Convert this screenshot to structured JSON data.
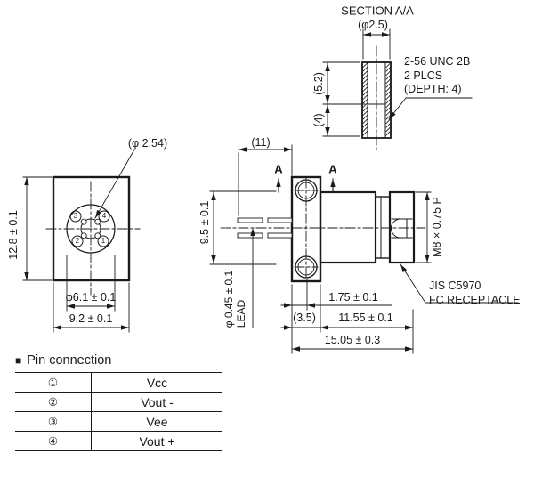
{
  "section_view": {
    "title": "SECTION A/A",
    "bore_dia": "(φ2.5)",
    "thread_callout_line1": "2-56 UNC 2B",
    "thread_callout_line2": "2 PLCS",
    "thread_callout_line3": "(DEPTH: 4)",
    "depth_upper": "(5.2)",
    "depth_lower": "(4)"
  },
  "front_view": {
    "pin_circle_dia": "(φ 2.54)",
    "flange_height": "12.8 ± 0.1",
    "boss_dia": "φ6.1 ± 0.1",
    "flange_width": "9.2 ± 0.1",
    "pins": {
      "upper_left": "3",
      "upper_right": "4",
      "lower_left": "2",
      "lower_right": "1"
    }
  },
  "side_view": {
    "lead_length": "(11)",
    "section_marker": "A",
    "body_dia": "9.5 ± 0.1",
    "lead_dia": "φ 0.45 ± 0.1",
    "lead_label": "LEAD",
    "hole_offset": "1.75 ± 0.1",
    "flange_thickness": "(3.5)",
    "body_length": "11.55 ± 0.1",
    "total_length": "15.05 ± 0.3",
    "thread_spec": "M8 × 0.75 P",
    "receptacle_line1": "JIS C5970",
    "receptacle_line2": "FC RECEPTACLE"
  },
  "pin_table": {
    "bullet": "■",
    "title": "Pin connection",
    "rows": [
      {
        "pin": "①",
        "signal": "Vcc"
      },
      {
        "pin": "②",
        "signal": "Vout -"
      },
      {
        "pin": "③",
        "signal": "Vee"
      },
      {
        "pin": "④",
        "signal": "Vout +"
      }
    ]
  },
  "colors": {
    "ink": "#1a1a1a",
    "background": "#ffffff"
  }
}
